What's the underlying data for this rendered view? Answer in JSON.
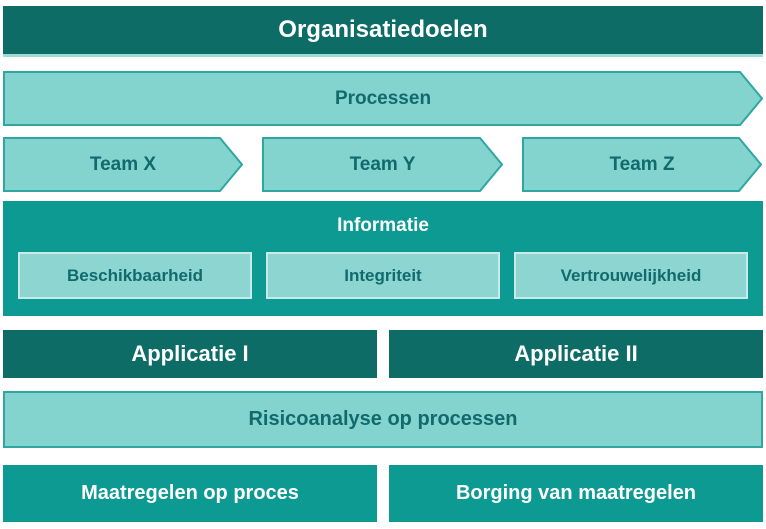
{
  "palette": {
    "dark_teal": "#0E6C67",
    "medium_teal": "#0D9A93",
    "light_teal": "#83D3CF",
    "arrow_border": "#2EA7A1",
    "cell_border": "#C9EAE8",
    "dark_text": "#116A6C",
    "light_text": "#ffffff",
    "background": "#ffffff"
  },
  "diagram": {
    "top_banner": "Organisatiedoelen",
    "process_arrow": "Processen",
    "teams": [
      "Team X",
      "Team Y",
      "Team Z"
    ],
    "information": {
      "title": "Informatie",
      "aspects": [
        "Beschikbaarheid",
        "Integriteit",
        "Vertrouwelijkheid"
      ]
    },
    "applications": [
      "Applicatie I",
      "Applicatie II"
    ],
    "risk_analysis": "Risicoanalyse op processen",
    "measures": [
      "Maatregelen op proces",
      "Borging van maatregelen"
    ]
  }
}
